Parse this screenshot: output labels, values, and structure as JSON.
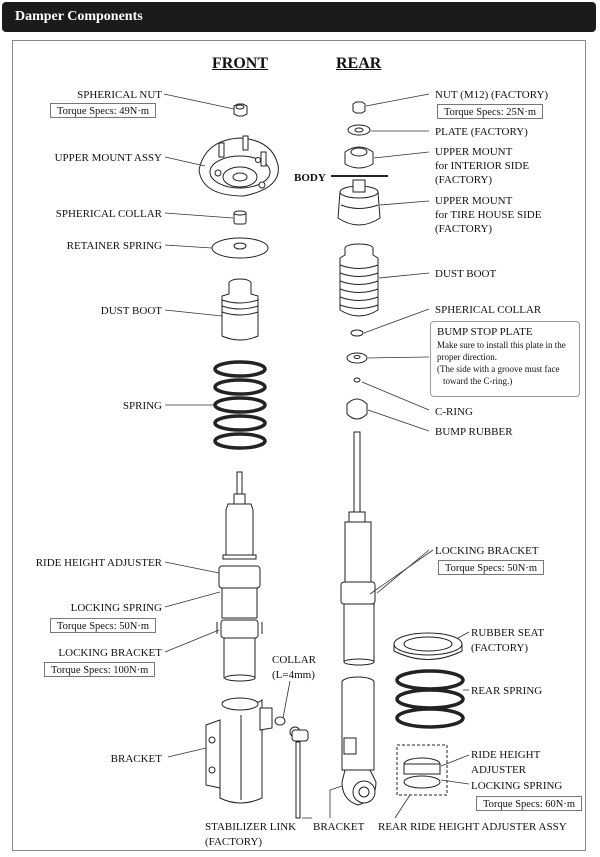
{
  "header": {
    "title": "Damper Components"
  },
  "sections": {
    "front": "FRONT",
    "rear": "REAR"
  },
  "body_label": "BODY",
  "front_labels": {
    "spherical_nut": "SPHERICAL NUT",
    "spherical_nut_torque": "Torque Specs: 49N·m",
    "upper_mount_assy": "UPPER MOUNT ASSY",
    "spherical_collar": "SPHERICAL COLLAR",
    "retainer_spring": "RETAINER SPRING",
    "dust_boot": "DUST BOOT",
    "spring": "SPRING",
    "ride_height_adjuster": "RIDE HEIGHT ADJUSTER",
    "locking_spring": "LOCKING SPRING",
    "locking_spring_torque": "Torque Specs: 50N·m",
    "locking_bracket": "LOCKING BRACKET",
    "locking_bracket_torque": "Torque Specs: 100N·m",
    "collar": "COLLAR",
    "collar_len": "(L=4mm)",
    "bracket": "BRACKET",
    "stabilizer_link": "STABILIZER LINK",
    "stabilizer_link_factory": "(FACTORY)"
  },
  "rear_labels": {
    "nut": "NUT (M12) (FACTORY)",
    "nut_torque": "Torque Specs: 25N·m",
    "plate": "PLATE (FACTORY)",
    "upper_mount_interior_1": "UPPER MOUNT",
    "upper_mount_interior_2": "for INTERIOR SIDE",
    "upper_mount_interior_3": "(FACTORY)",
    "upper_mount_tire_1": "UPPER MOUNT",
    "upper_mount_tire_2": "for TIRE HOUSE SIDE",
    "upper_mount_tire_3": "(FACTORY)",
    "dust_boot": "DUST BOOT",
    "spherical_collar": "SPHERICAL COLLAR",
    "bump_stop_title": "BUMP STOP PLATE",
    "bump_stop_note_1": "Make sure to install this plate in the",
    "bump_stop_note_2": "proper direction.",
    "bump_stop_note_3": "(The side with a groove must face",
    "bump_stop_note_4": "toward the C-ring.)",
    "c_ring": "C-RING",
    "bump_rubber": "BUMP RUBBER",
    "locking_bracket": "LOCKING BRACKET",
    "locking_bracket_torque": "Torque Specs: 50N·m",
    "rubber_seat_1": "RUBBER SEAT",
    "rubber_seat_2": "(FACTORY)",
    "rear_spring": "REAR SPRING",
    "ride_height_adjuster_1": "RIDE HEIGHT",
    "ride_height_adjuster_2": "ADJUSTER",
    "locking_spring": "LOCKING SPRING",
    "locking_spring_torque": "Torque Specs: 60N·m",
    "bracket": "BRACKET",
    "rear_ride_height_assy": "REAR RIDE HEIGHT ADJUSTER ASSY"
  }
}
